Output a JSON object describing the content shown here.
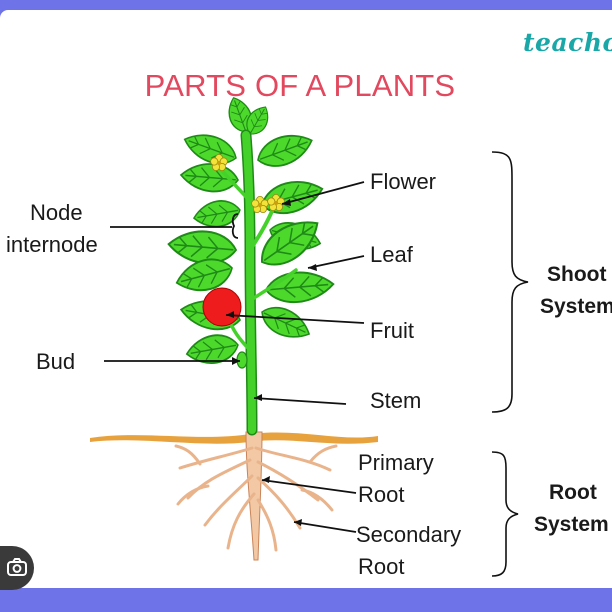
{
  "brand": {
    "name": "teachoo"
  },
  "title": "PARTS OF A PLANTS",
  "labels": {
    "flower": "Flower",
    "node": "Node",
    "internode": "internode",
    "leaf": "Leaf",
    "fruit": "Fruit",
    "bud": "Bud",
    "stem": "Stem",
    "primary_root_line1": "Primary",
    "primary_root_line2": "Root",
    "secondary_root_line1": "Secondary",
    "secondary_root_line2": "Root"
  },
  "systems": {
    "shoot_line1": "Shoot",
    "shoot_line2": "System",
    "root_line1": "Root",
    "root_line2": "System"
  },
  "icons": [
    "lens-search-icon"
  ],
  "colors": {
    "frame": "#6f73e8",
    "title": "#e2485e",
    "brand": "#1aa7a8",
    "leaf": "#4cd92c",
    "stem": "#44d22a",
    "fruit": "#ee1c1c",
    "flower": "#f3e23a",
    "soil": "#e7a23d",
    "root": "#f2c9a4"
  }
}
